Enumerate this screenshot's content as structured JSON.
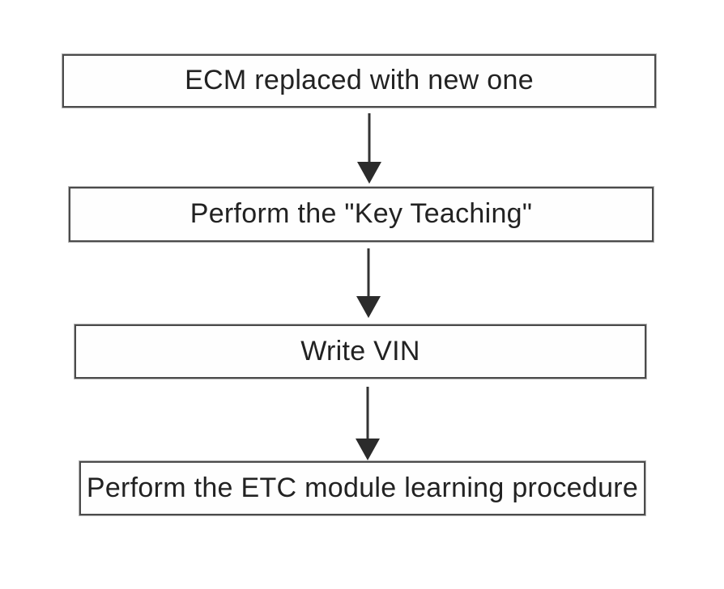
{
  "diagram": {
    "type": "flowchart",
    "direction": "top-down",
    "nodes": [
      {
        "id": "n1",
        "label": "ECM replaced with new one"
      },
      {
        "id": "n2",
        "label": "Perform the \"Key Teaching\""
      },
      {
        "id": "n3",
        "label": "Write VIN"
      },
      {
        "id": "n4",
        "label": "Perform the ETC module learning procedure"
      }
    ],
    "connections": [
      {
        "from": "n1",
        "to": "n2",
        "style": "down-arrow"
      },
      {
        "from": "n2",
        "to": "n3",
        "style": "down-arrow"
      },
      {
        "from": "n3",
        "to": "n4",
        "style": "down-arrow"
      }
    ],
    "colors": {
      "background": "#ffffff",
      "box_fill": "#fefefe",
      "box_border": "#4b4b4b",
      "box_border_halo": "#b4b4b4",
      "text": "#222222",
      "arrow": "#333333"
    }
  }
}
